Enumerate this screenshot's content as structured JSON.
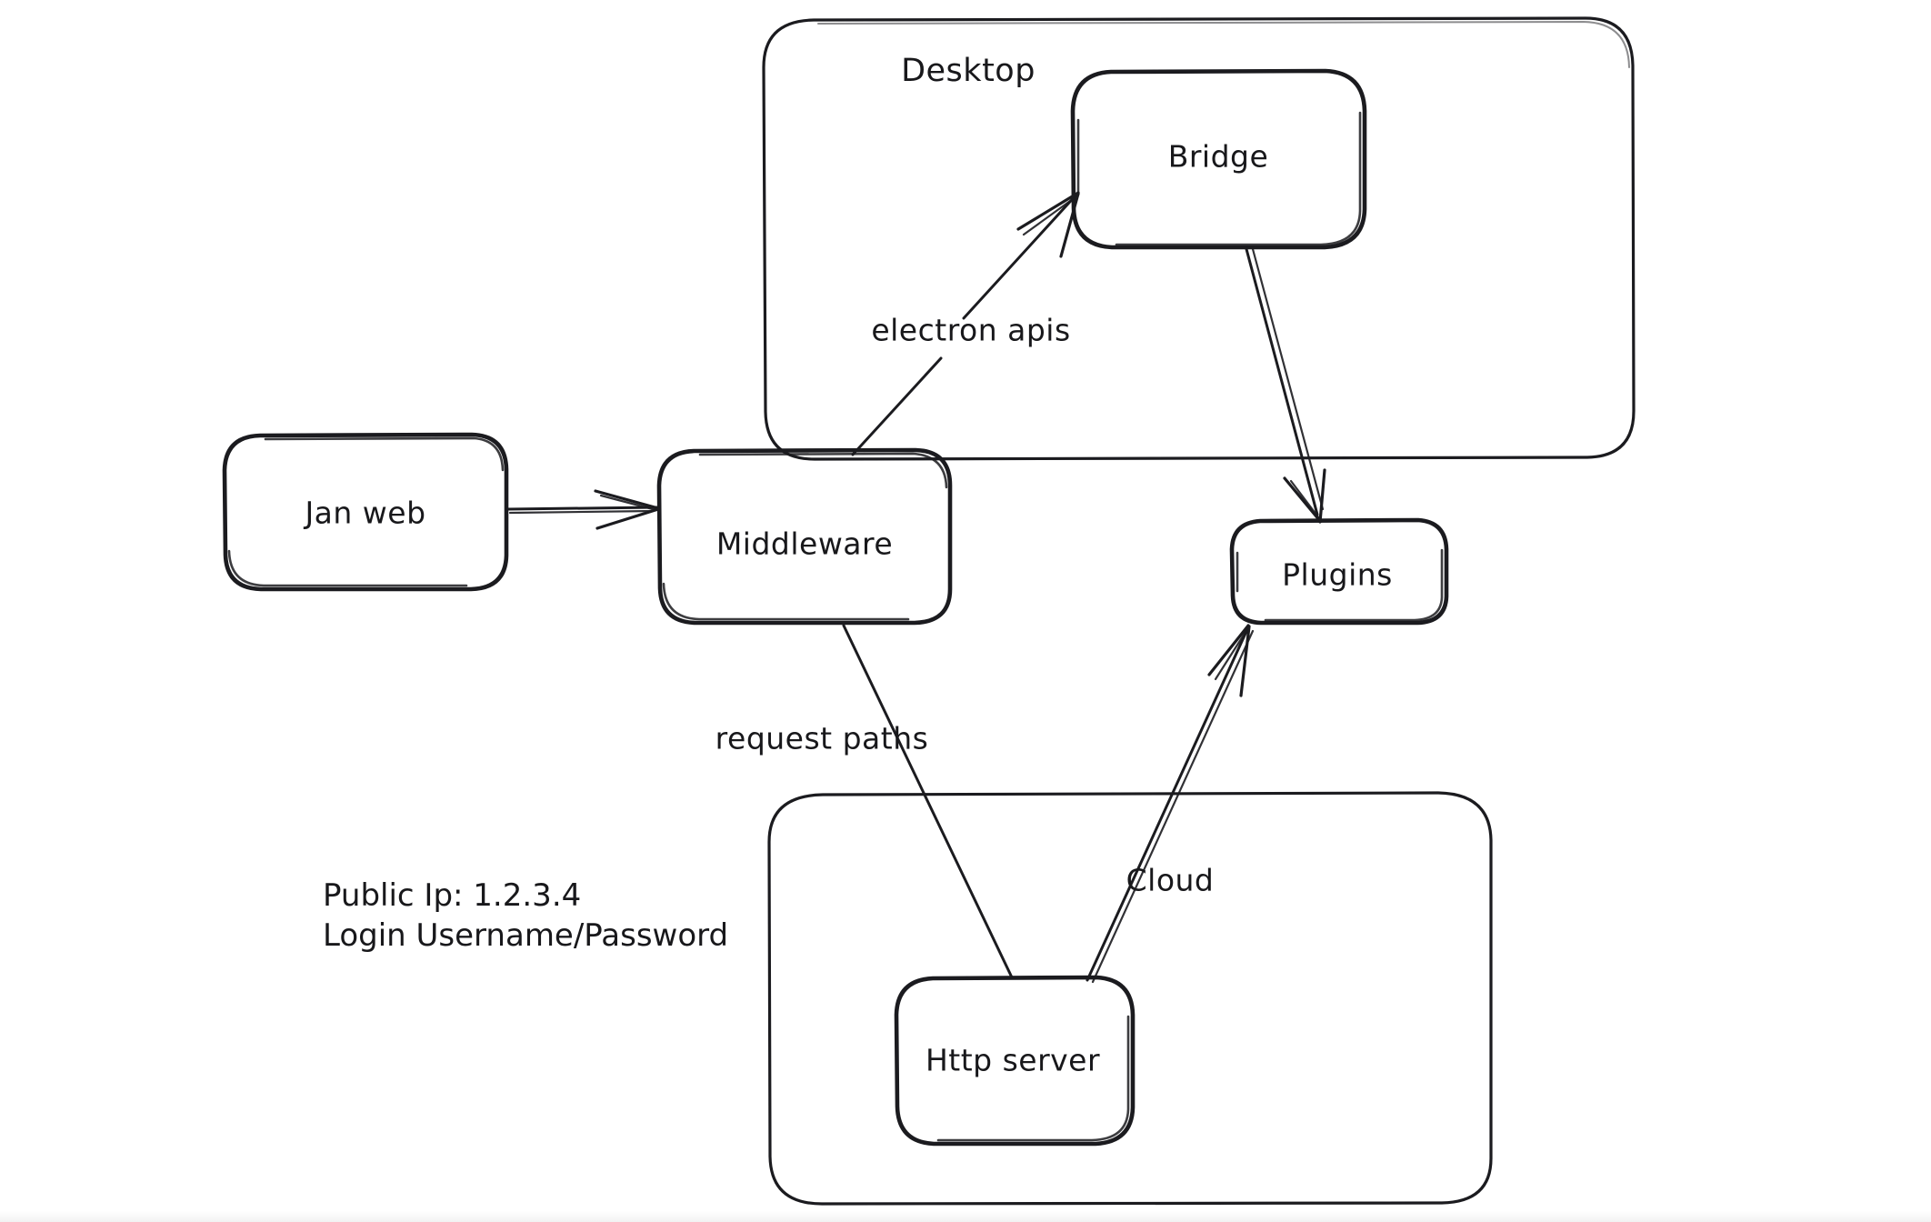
{
  "diagram": {
    "title": "Jan architecture sketch",
    "style": "hand-drawn whiteboard",
    "stroke_color": "#1b1b1f",
    "background_color": "#ffffff"
  },
  "groups": [
    {
      "id": "desktop",
      "label": "Desktop"
    },
    {
      "id": "cloud",
      "label": "Cloud"
    }
  ],
  "nodes": [
    {
      "id": "jan-web",
      "label": "Jan web"
    },
    {
      "id": "middleware",
      "label": "Middleware"
    },
    {
      "id": "bridge",
      "label": "Bridge"
    },
    {
      "id": "plugins",
      "label": "Plugins"
    },
    {
      "id": "http-server",
      "label": "Http server"
    }
  ],
  "edges": [
    {
      "id": "jan-web-to-middleware",
      "from": "Jan web",
      "to": "Middleware",
      "label": ""
    },
    {
      "id": "middleware-to-bridge",
      "from": "Middleware",
      "to": "Bridge",
      "label": "electron apis"
    },
    {
      "id": "bridge-to-plugins",
      "from": "Bridge",
      "to": "Plugins",
      "label": ""
    },
    {
      "id": "middleware-to-http-server",
      "from": "Middleware",
      "to": "Http server",
      "label": "request paths"
    },
    {
      "id": "http-server-to-plugins",
      "from": "Http server",
      "to": "Plugins",
      "label": "Cloud"
    }
  ],
  "notes": {
    "public_ip_line": "Public Ip: 1.2.3.4",
    "login_line": "Login Username/Password"
  }
}
